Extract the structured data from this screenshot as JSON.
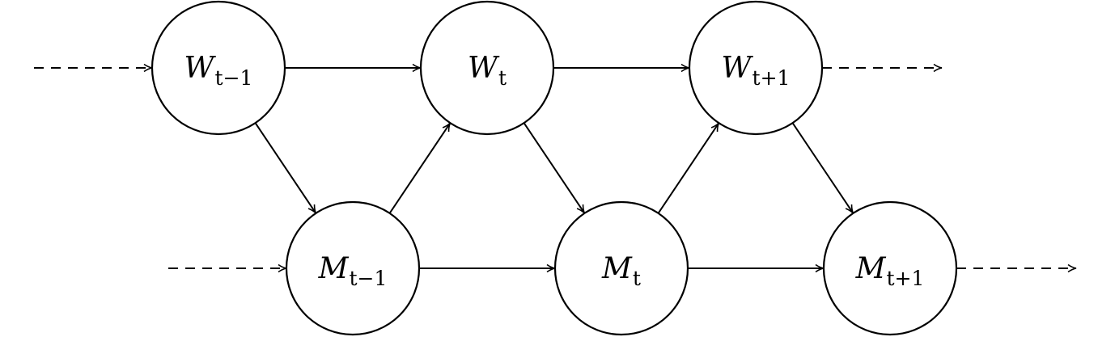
{
  "diagram": {
    "type": "state-transition-graph",
    "nodes": [
      {
        "id": "w_prev",
        "symbol": "W",
        "subscript_var": "t",
        "subscript_rest": "−1"
      },
      {
        "id": "w_curr",
        "symbol": "W",
        "subscript_var": "t",
        "subscript_rest": ""
      },
      {
        "id": "w_next",
        "symbol": "W",
        "subscript_var": "t",
        "subscript_rest": "+1"
      },
      {
        "id": "m_prev",
        "symbol": "M",
        "subscript_var": "t",
        "subscript_rest": "−1"
      },
      {
        "id": "m_curr",
        "symbol": "M",
        "subscript_var": "t",
        "subscript_rest": ""
      },
      {
        "id": "m_next",
        "symbol": "M",
        "subscript_var": "t",
        "subscript_rest": "+1"
      }
    ],
    "edges": [
      {
        "from": "w_prev",
        "to": "w_curr",
        "style": "solid"
      },
      {
        "from": "w_curr",
        "to": "w_next",
        "style": "solid"
      },
      {
        "from": "m_prev",
        "to": "m_curr",
        "style": "solid"
      },
      {
        "from": "m_curr",
        "to": "m_next",
        "style": "solid"
      },
      {
        "from": "w_prev",
        "to": "m_prev",
        "style": "solid"
      },
      {
        "from": "m_prev",
        "to": "w_curr",
        "style": "solid"
      },
      {
        "from": "w_curr",
        "to": "m_curr",
        "style": "solid"
      },
      {
        "from": "m_curr",
        "to": "w_next",
        "style": "solid"
      },
      {
        "from": "w_next",
        "to": "m_next",
        "style": "solid"
      },
      {
        "from": "incoming",
        "to": "w_prev",
        "style": "dashed"
      },
      {
        "from": "incoming",
        "to": "m_prev",
        "style": "dashed"
      },
      {
        "from": "w_next",
        "to": "outgoing",
        "style": "dashed"
      },
      {
        "from": "m_next",
        "to": "outgoing",
        "style": "dashed"
      }
    ],
    "colors": {
      "stroke": "#000000",
      "background": "#ffffff"
    }
  }
}
